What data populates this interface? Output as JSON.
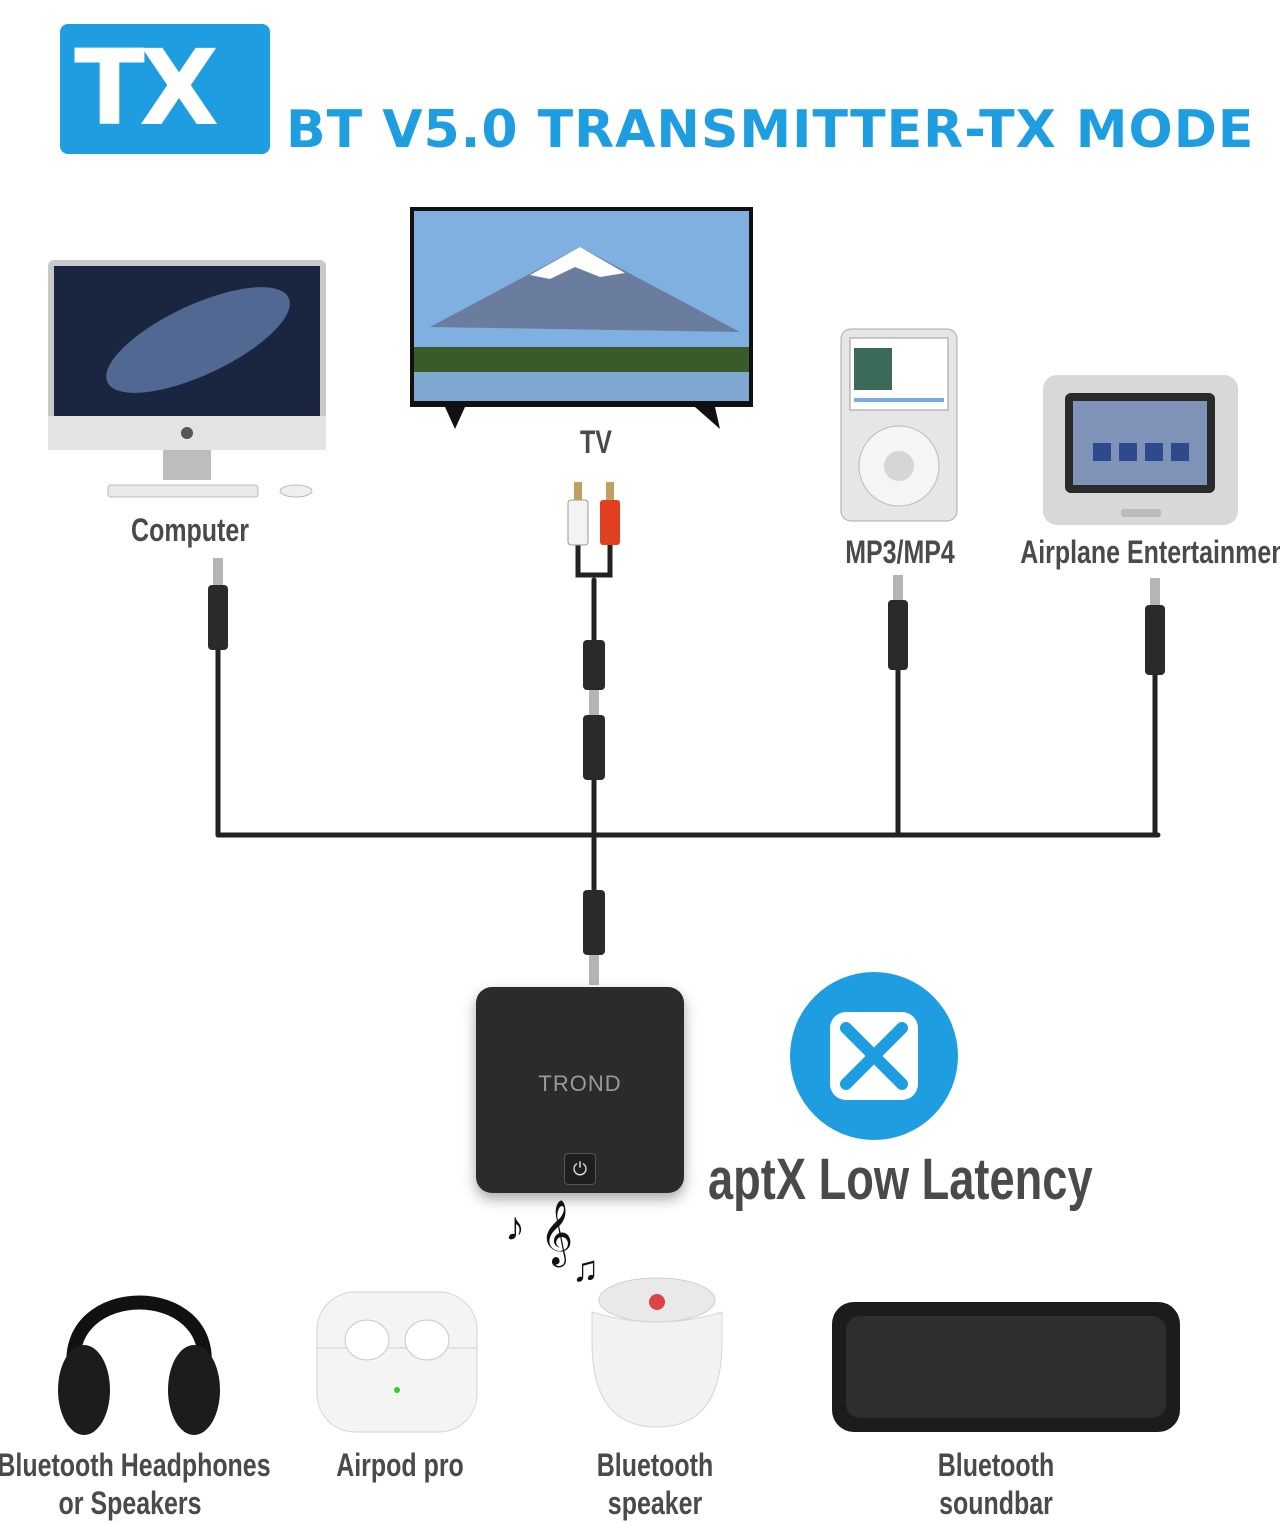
{
  "header": {
    "logo_text": "TX",
    "title": "BT V5.0 TRANSMITTER-TX MODE"
  },
  "sources": [
    {
      "label": "Computer"
    },
    {
      "label": "TV"
    },
    {
      "label": "MP3/MP4"
    },
    {
      "label": "Airplane Entertainment"
    }
  ],
  "transmitter": {
    "brand": "TROND",
    "feature_label": "aptX Low Latency",
    "power_icon": "power-icon"
  },
  "receivers": [
    {
      "line1": "Bluetooth Headphones",
      "line2": "or Speakers"
    },
    {
      "line1": "Airpod pro",
      "line2": ""
    },
    {
      "line1": "Bluetooth",
      "line2": "speaker"
    },
    {
      "line1": "Bluetooth",
      "line2": "soundbar"
    }
  ],
  "colors": {
    "accent": "#1e9ee0",
    "label_gray": "#4a4a4a",
    "device_black": "#2b2b2b",
    "cable": "#222222"
  }
}
